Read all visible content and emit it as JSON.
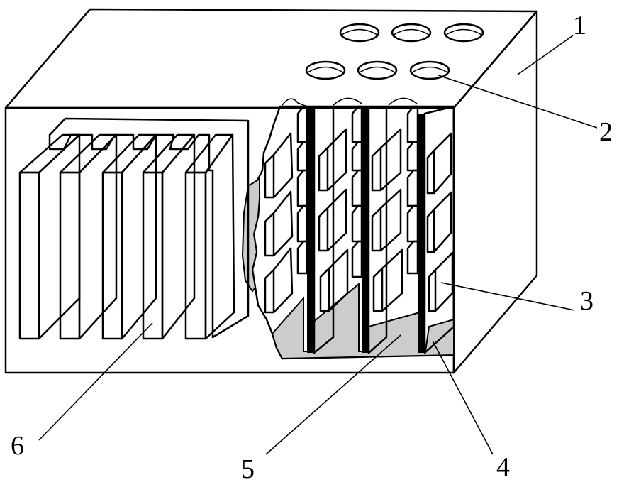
{
  "diagram": {
    "labels": {
      "l1": "1",
      "l2": "2",
      "l3": "3",
      "l4": "4",
      "l5": "5",
      "l6": "6"
    },
    "colors": {
      "line": "#000000",
      "fill_shaded": "#cccccc",
      "background": "#ffffff"
    }
  }
}
